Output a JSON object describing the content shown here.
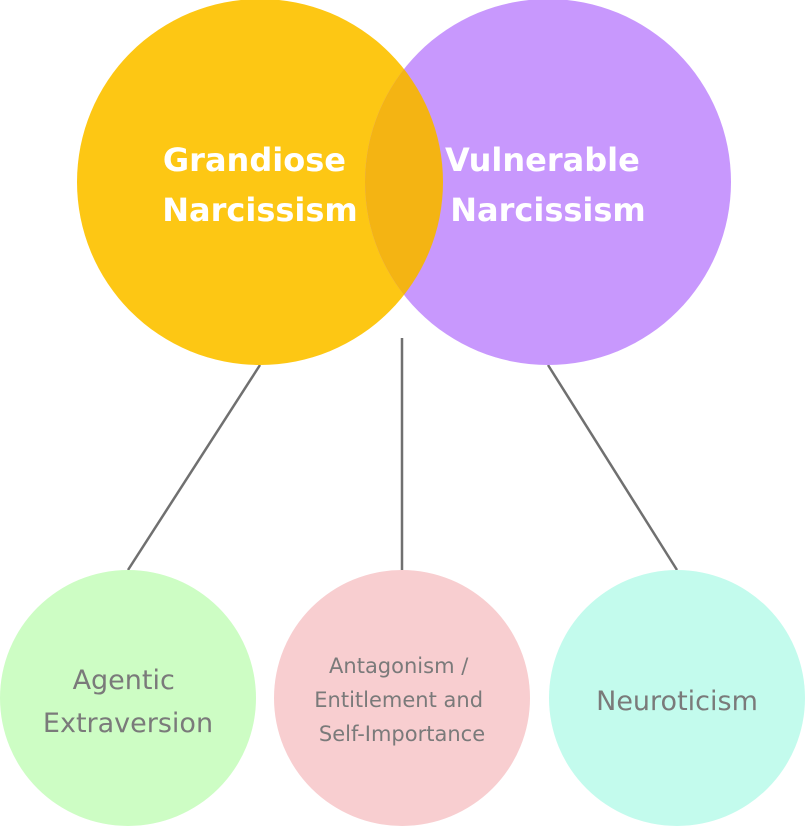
{
  "circles": {
    "grandiose": {
      "line1": "Grandiose",
      "line2": "Narcissism",
      "color": "#FDC714"
    },
    "vulnerable": {
      "line1": "Vulnerable",
      "line2": "Narcissism",
      "color": "#C898FD"
    },
    "overlap_color": "#F4B413"
  },
  "traits": {
    "agentic": {
      "line1": "Agentic",
      "line2": "Extraversion",
      "color": "#CDFDC4"
    },
    "antagonism": {
      "line1": "Antagonism /",
      "line2": "Entitlement and",
      "line3": "Self-Importance",
      "color": "#F8CED0"
    },
    "neuroticism": {
      "line1": "Neuroticism",
      "color": "#C3FBED"
    }
  },
  "colors": {
    "connector": "#707070",
    "label_dark": "#7a7a7a",
    "label_light": "#ffffff"
  }
}
